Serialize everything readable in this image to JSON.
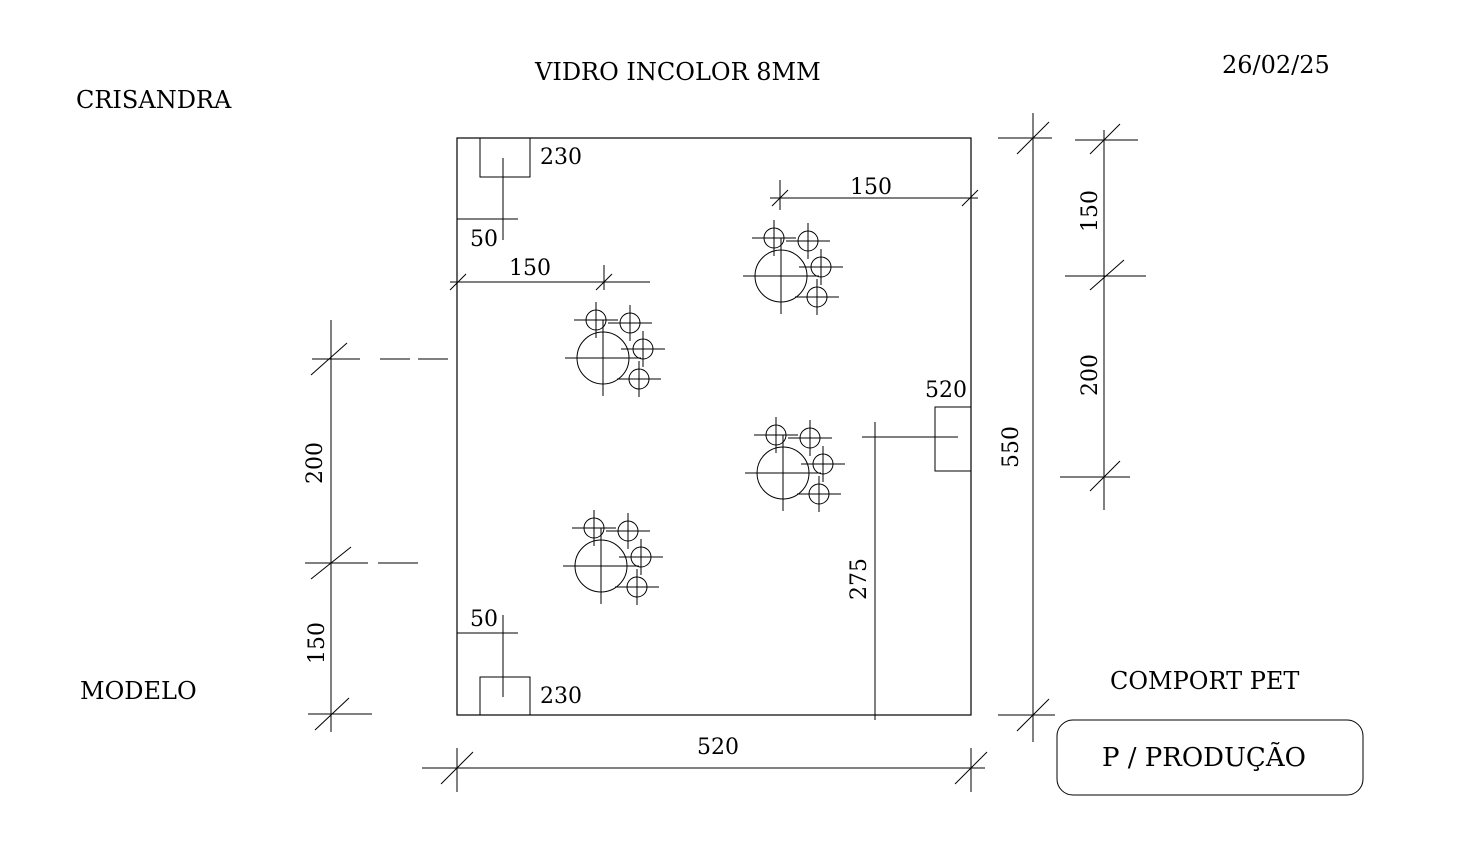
{
  "header": {
    "title": "VIDRO INCOLOR 8MM",
    "client": "CRISANDRA",
    "date": "26/02/25"
  },
  "footer": {
    "model_label": "MODELO",
    "model_name": "COMPORT PET",
    "stamp": "P / PRODUÇÃO"
  },
  "dimensions": {
    "width": "520",
    "height": "550",
    "right_top": "150",
    "right_mid": "200",
    "left_mid": "200",
    "left_bottom": "150",
    "top_left_hole_offset": "150",
    "top_right_hole_offset": "150",
    "inner_height": "275",
    "notch_top_width": "230",
    "notch_top_depth": "50",
    "notch_bottom_width": "230",
    "notch_bottom_depth": "50",
    "notch_right": "520"
  },
  "hole_clusters": [
    "paw-1",
    "paw-2",
    "paw-3",
    "paw-4"
  ]
}
